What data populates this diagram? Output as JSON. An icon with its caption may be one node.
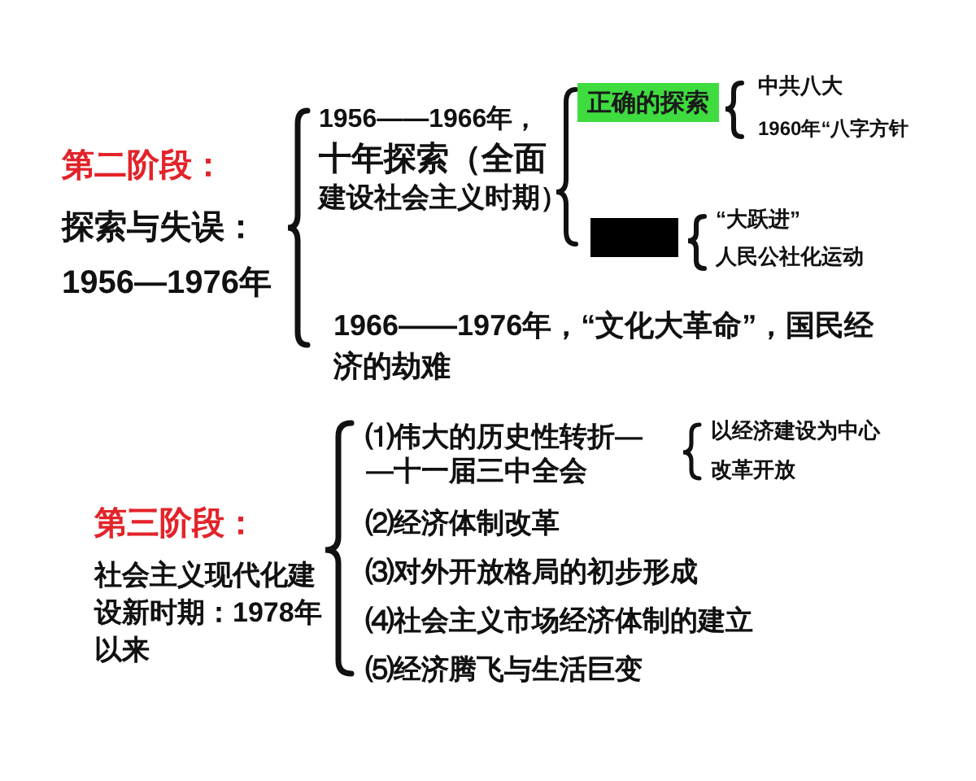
{
  "diagram": {
    "nodes": [
      {
        "text": [
          "正确的探索"
        ]
      },
      {
        "text": [],
        "shape": "box"
      }
    ],
    "labels": [
      "第二阶段：",
      "探索与失误：",
      "1956—1976年",
      "1956——1966年，",
      "十年探索（全面建设社会主义时期）",
      "中共八大",
      "1960年“八字方针",
      "“大跃进”",
      "人民公社化运动",
      "1966——1976年，“文化大革命”，国民经济的劫难",
      "第三阶段：",
      "社会主义现代化建设新时期：1978年以来",
      "⑴伟大的历史性转折——十一届三中全会",
      "以经济建设为中心",
      "改革开放",
      "⑵经济体制改革",
      "⑶对外开放格局的初步形成",
      "⑷社会主义市场经济体制的建立",
      "⑸经济腾飞与生活巨变"
    ]
  }
}
